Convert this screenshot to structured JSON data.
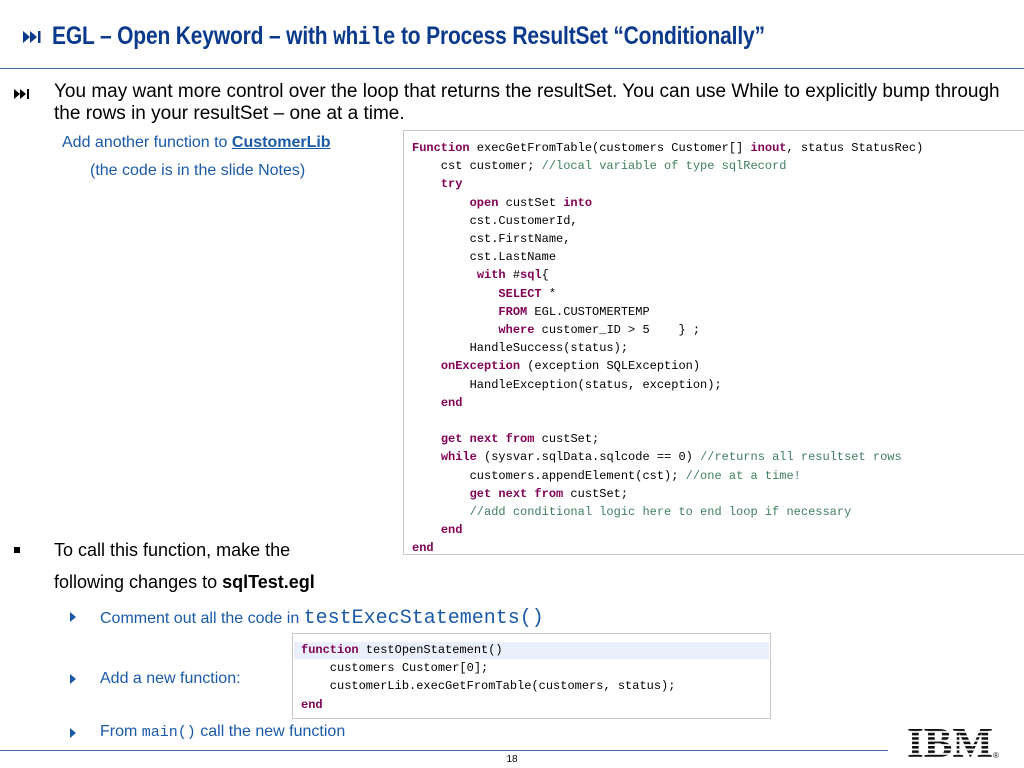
{
  "title": {
    "prefix": "EGL – Open Keyword – with ",
    "mono": "while",
    "suffix": " to Process ResultSet “Conditionally”"
  },
  "intro": "You may want more control over the loop that returns the resultSet.  You can use While to explicitly bump through the rows in your resultSet – one at a time.",
  "sub": {
    "prefix": "Add another function to ",
    "lib": "CustomerLib",
    "note": "(the code is in the slide Notes)"
  },
  "code1": [
    [
      {
        "t": "Function",
        "c": "kw"
      },
      {
        "t": " execGetFromTable(customers Customer[] "
      },
      {
        "t": "inout",
        "c": "kw"
      },
      {
        "t": ", status StatusRec)"
      }
    ],
    [
      {
        "t": "    cst customer; "
      },
      {
        "t": "//local variable of type sqlRecord",
        "c": "cm"
      }
    ],
    [
      {
        "t": "    "
      },
      {
        "t": "try",
        "c": "kw"
      }
    ],
    [
      {
        "t": "        "
      },
      {
        "t": "open",
        "c": "kw"
      },
      {
        "t": " custSet "
      },
      {
        "t": "into",
        "c": "kw"
      }
    ],
    [
      {
        "t": "        cst.CustomerId,"
      }
    ],
    [
      {
        "t": "        cst.FirstName,"
      }
    ],
    [
      {
        "t": "        cst.LastName"
      }
    ],
    [
      {
        "t": "         "
      },
      {
        "t": "with",
        "c": "kw"
      },
      {
        "t": " #"
      },
      {
        "t": "sql",
        "c": "kw"
      },
      {
        "t": "{"
      }
    ],
    [
      {
        "t": "            "
      },
      {
        "t": "SELECT",
        "c": "kw"
      },
      {
        "t": " *"
      }
    ],
    [
      {
        "t": "            "
      },
      {
        "t": "FROM",
        "c": "kw"
      },
      {
        "t": " EGL.CUSTOMERTEMP"
      }
    ],
    [
      {
        "t": "            "
      },
      {
        "t": "where",
        "c": "kw"
      },
      {
        "t": " customer_ID > 5    } ;"
      }
    ],
    [
      {
        "t": "        HandleSuccess(status);"
      }
    ],
    [
      {
        "t": "    "
      },
      {
        "t": "onException",
        "c": "kw"
      },
      {
        "t": " (exception SQLException)"
      }
    ],
    [
      {
        "t": "        HandleException(status, exception);"
      }
    ],
    [
      {
        "t": "    "
      },
      {
        "t": "end",
        "c": "kw"
      }
    ],
    [
      {
        "t": ""
      }
    ],
    [
      {
        "t": "    "
      },
      {
        "t": "get next from",
        "c": "kw"
      },
      {
        "t": " custSet;"
      }
    ],
    [
      {
        "t": "    "
      },
      {
        "t": "while",
        "c": "kw"
      },
      {
        "t": " (sysvar.sqlData.sqlcode == 0) "
      },
      {
        "t": "//returns all resultset rows",
        "c": "cm"
      }
    ],
    [
      {
        "t": "        customers.appendElement(cst); "
      },
      {
        "t": "//one at a time!",
        "c": "cm"
      }
    ],
    [
      {
        "t": "        "
      },
      {
        "t": "get next from",
        "c": "kw"
      },
      {
        "t": " custSet;"
      }
    ],
    [
      {
        "t": "        "
      },
      {
        "t": "//add conditional logic here to end loop if necessary",
        "c": "cm"
      }
    ],
    [
      {
        "t": "    "
      },
      {
        "t": "end",
        "c": "kw"
      }
    ],
    [
      {
        "t": "end",
        "c": "kw"
      }
    ]
  ],
  "call": {
    "line1": "To call this function, make the",
    "line2_prefix": "following changes to ",
    "line2_bold": "sqlTest.egl"
  },
  "steps": {
    "comment_prefix": "Comment out all the code in ",
    "comment_mono": "testExecStatements()",
    "add": "Add a new function:",
    "from_prefix": "From ",
    "from_mono": "main()",
    "from_suffix": " call the new function"
  },
  "code2": [
    [
      {
        "t": "function",
        "c": "kw"
      },
      {
        "t": " testOpenStatement()"
      }
    ],
    [
      {
        "t": "    customers Customer[0];"
      }
    ],
    [
      {
        "t": "    customerLib.execGetFromTable(customers, status);"
      }
    ],
    [
      {
        "t": "end",
        "c": "kw"
      }
    ]
  ],
  "footer": {
    "page": "18"
  },
  "logo": {
    "text": "IBM",
    "mark": "®"
  },
  "colors": {
    "title": "#0b3a8c",
    "accent": "#1a5aa8",
    "keyword": "#7f0055",
    "comment": "#3f7f5f"
  }
}
